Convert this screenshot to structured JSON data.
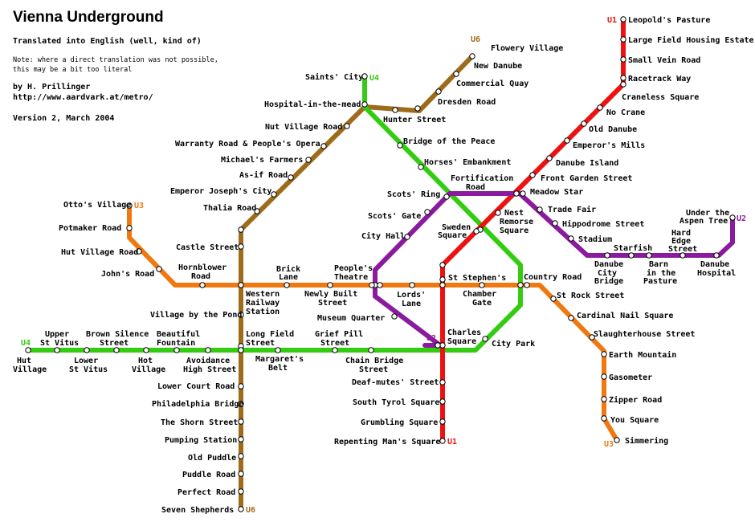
{
  "header": {
    "title": "Vienna Underground",
    "subtitle": "Translated into English (well, kind of)",
    "note_line1": "Note: where a direct translation was not possible,",
    "note_line2": "this may be a bit too literal",
    "author": "by H. Prillinger",
    "url": "http://www.aardvark.at/metro/",
    "version": "Version 2, March 2004"
  },
  "lines": [
    {
      "id": "U1",
      "label": "U1",
      "color": "#ee1111"
    },
    {
      "id": "U2",
      "label": "U2",
      "color": "#8a1a9e"
    },
    {
      "id": "U3",
      "label": "U3",
      "color": "#f07810"
    },
    {
      "id": "U4",
      "label": "U4",
      "color": "#33cc11"
    },
    {
      "id": "U6",
      "label": "U6",
      "color": "#9e6b1a"
    }
  ],
  "stations": {
    "leopolds_pasture": "Leopold's Pasture",
    "large_field": "Large Field Housing Estate",
    "small_vein": "Small Vein Road",
    "racetrack": "Racetrack Way",
    "craneless": "Craneless Square",
    "no_crane": "No Crane",
    "old_danube": "Old Danube",
    "emperors_mills": "Emperor's Mills",
    "danube_island": "Danube Island",
    "front_garden": "Front Garden Street",
    "meadow_star": "Meadow Star",
    "nest_remorse": [
      "Nest",
      "Remorse",
      "Square"
    ],
    "st_stephens": "St Stephen's",
    "charles_square": [
      "Charles",
      "Square"
    ],
    "deaf_mutes": "Deaf-mutes' Street",
    "south_tyrol": "South Tyrol Square",
    "grumbling": "Grumbling Square",
    "repenting": "Repenting Man's Square",
    "trade_fair": "Trade Fair",
    "hippodrome": "Hippodrome Street",
    "stadium": "Stadium",
    "danube_city_bridge": [
      "Danube",
      "City",
      "Bridge"
    ],
    "starfish": "Starfish",
    "barn_pasture": [
      "Barn",
      "in the",
      "Pasture"
    ],
    "hard_edge": [
      "Hard",
      "Edge",
      "Street"
    ],
    "danube_hospital": [
      "Danube",
      "Hospital"
    ],
    "aspen_tree": [
      "Under the",
      "Aspen Tree"
    ],
    "fortification": [
      "Fortification",
      "Road"
    ],
    "scots_ring": "Scots' Ring",
    "scots_gate": "Scots' Gate",
    "city_hall": "City Hall",
    "peoples_theatre": [
      "People's",
      "Theatre"
    ],
    "museum_quarter": "Museum Quarter",
    "sweden_square": [
      "Sweden",
      "Square"
    ],
    "ottos_village": "Otto's Village",
    "potmaker": "Potmaker Road",
    "hut_village_road": "Hut Village Road",
    "johns_road": "John's Road",
    "hornblower": [
      "Hornblower",
      "Road"
    ],
    "western_railway": [
      "Western",
      "Railway",
      "Station"
    ],
    "brick_lane": [
      "Brick",
      "Lane"
    ],
    "newly_built": [
      "Newly Built",
      "Street"
    ],
    "lords_lane": [
      "Lords'",
      "Lane"
    ],
    "chamber_gate": [
      "Chamber",
      "Gate"
    ],
    "country_road": "Country Road",
    "st_rock": "St Rock Street",
    "cardinal_nail": "Cardinal Nail Square",
    "slaughterhouse": "Slaughterhouse Street",
    "earth_mountain": "Earth Mountain",
    "gasometer": "Gasometer",
    "zipper_road": "Zipper Road",
    "you_square": "You Square",
    "simmering": "Simmering",
    "hut_village": [
      "Hut",
      "Village"
    ],
    "upper_st_vitus": [
      "Upper",
      "St Vitus"
    ],
    "lower_st_vitus": [
      "Lower",
      "St Vitus"
    ],
    "brown_silence": [
      "Brown Silence",
      "Street"
    ],
    "hot_village": [
      "Hot",
      "Village"
    ],
    "beautiful_fountain": [
      "Beautiful",
      "Fountain"
    ],
    "avoidance_high": [
      "Avoidance",
      "High Street"
    ],
    "long_field": [
      "Long Field",
      "Street"
    ],
    "margarets_belt": [
      "Margaret's",
      "Belt"
    ],
    "grief_pill": [
      "Grief Pill",
      "Street"
    ],
    "chain_bridge": [
      "Chain Bridge",
      "Street"
    ],
    "city_park": "City Park",
    "saints_city": "Saints' City",
    "hospital_mead": "Hospital-in-the-mead",
    "hunter_street": "Hunter Street",
    "bridge_peace": "Bridge of the Peace",
    "horses_embankment": "Horses' Embankment",
    "flowery_village": "Flowery Village",
    "new_danube": "New Danube",
    "commercial_quay": "Commercial Quay",
    "dresden_road": "Dresden Road",
    "nut_village": "Nut Village Road",
    "warranty_road": "Warranty Road & People's Opera",
    "michaels_farmers": "Michael's Farmers",
    "as_if_road": "As-if Road",
    "emperor_joseph": "Emperor Joseph's City",
    "thalia_road": "Thalia Road",
    "castle_street": "Castle Street",
    "village_pond": "Village by the Pond",
    "lower_court": "Lower Court Road",
    "philadelphia": "Philadelphia Bridge",
    "shorn_street": "The Shorn Street",
    "pumping_station": "Pumping Station",
    "old_puddle": "Old Puddle",
    "puddle_road": "Puddle Road",
    "perfect_road": "Perfect Road",
    "seven_shepherds": "Seven Shepherds"
  }
}
